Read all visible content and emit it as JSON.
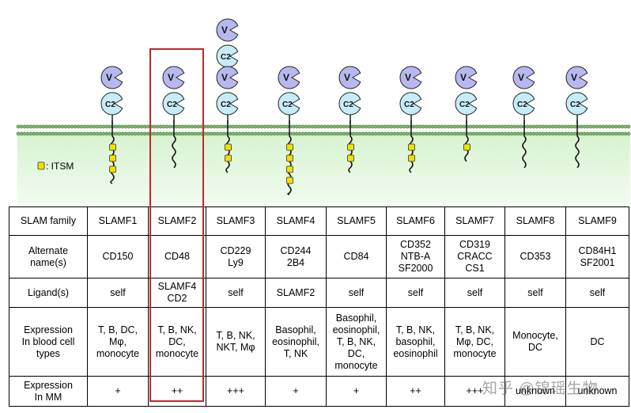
{
  "legend": {
    "itsm_label": ": ITSM",
    "itsm_color": "#f2e000"
  },
  "colors": {
    "cytoplasm_top": "#d6f3d0",
    "cytoplasm_bottom": "#f3fbf1",
    "v_domain": "#b6b8ee",
    "c2_domain": "#c6ecf8",
    "membrane_head": "#7fb86a",
    "highlight": "#c0272d"
  },
  "molecules": [
    {
      "id": "SLAMF1",
      "domains": [
        "V",
        "C2"
      ],
      "itsm": 3
    },
    {
      "id": "SLAMF2",
      "domains": [
        "V",
        "C2"
      ],
      "itsm": 0
    },
    {
      "id": "SLAMF3",
      "domains": [
        "V",
        "C2",
        "V",
        "C2"
      ],
      "itsm": 2
    },
    {
      "id": "SLAMF4",
      "domains": [
        "V",
        "C2"
      ],
      "itsm": 4
    },
    {
      "id": "SLAMF5",
      "domains": [
        "V",
        "C2"
      ],
      "itsm": 2
    },
    {
      "id": "SLAMF6",
      "domains": [
        "V",
        "C2"
      ],
      "itsm": 2
    },
    {
      "id": "SLAMF7",
      "domains": [
        "V",
        "C2"
      ],
      "itsm": 1
    },
    {
      "id": "SLAMF8",
      "domains": [
        "V",
        "C2"
      ],
      "itsm": 0
    },
    {
      "id": "SLAMF9",
      "domains": [
        "V",
        "C2"
      ],
      "itsm": 0
    }
  ],
  "table": {
    "rows": [
      {
        "header": "SLAM family",
        "cells": [
          "SLAMF1",
          "SLAMF2",
          "SLAMF3",
          "SLAMF4",
          "SLAMF5",
          "SLAMF6",
          "SLAMF7",
          "SLAMF8",
          "SLAMF9"
        ]
      },
      {
        "header": "Alternate\nname(s)",
        "cells": [
          "CD150",
          "CD48",
          "CD229\nLy9",
          "CD244\n2B4",
          "CD84",
          "CD352\nNTB-A\nSF2000",
          "CD319\nCRACC\nCS1",
          "CD353",
          "CD84H1\nSF2001"
        ]
      },
      {
        "header": "Ligand(s)",
        "cells": [
          "self",
          "SLAMF4\nCD2",
          "self",
          "SLAMF2",
          "self",
          "self",
          "self",
          "self",
          "self"
        ]
      },
      {
        "header": "Expression\nIn blood cell\ntypes",
        "cells": [
          "T, B, DC,\nMφ,\nmonocyte",
          "T, B, NK,\nDC,\nmonocyte",
          "T, B, NK,\nNKT, Mφ",
          "Basophil,\neosinophil,\nT, NK",
          "Basophil,\neosinophil,\nT, B, NK,\nDC,\nmonocyte",
          "T, B, NK,\nbasophil,\neosinophil",
          "T, B, NK,\nMφ, DC,\nmonocyte",
          "Monocyte,\nDC",
          "DC"
        ]
      },
      {
        "header": "Expression\nIn MM",
        "cells": [
          "+",
          "++",
          "+++",
          "+",
          "+",
          "++",
          "+++",
          "unknown",
          "unknown"
        ]
      }
    ]
  },
  "watermark": "知乎 @锦瑶生物"
}
